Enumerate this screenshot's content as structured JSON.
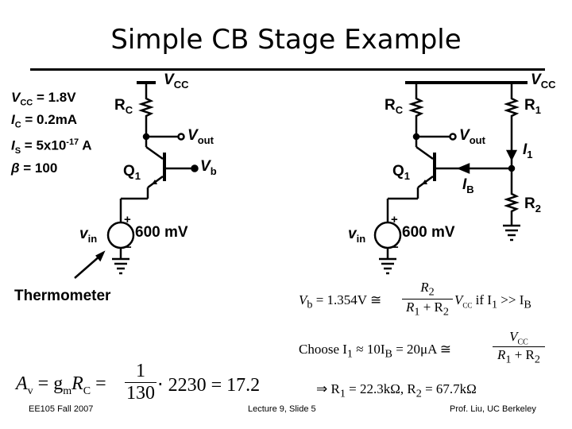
{
  "slide": {
    "title": "Simple CB Stage Example"
  },
  "parameters": {
    "vcc_sym": "V",
    "vcc_sub": "CC",
    "vcc_val": " = 1.8V",
    "ic_sym": "I",
    "ic_sub": "C",
    "ic_val": " = 0.2mA",
    "is_sym": "I",
    "is_sub": "S",
    "is_val": " = 5x10",
    "is_exp": "-17",
    "is_unit": " A",
    "beta_sym": "β",
    "beta_val": " = 100"
  },
  "circuit_left": {
    "vcc": "V",
    "vcc_sub": "CC",
    "rc": "R",
    "rc_sub": "C",
    "vout": "V",
    "vout_sub": "out",
    "vb": "V",
    "vb_sub": "b",
    "q1": "Q",
    "q1_sub": "1",
    "vin": "v",
    "vin_sub": "in",
    "source_val": "600 mV",
    "plus": "+",
    "minus": "−",
    "thermometer": "Thermometer"
  },
  "circuit_right": {
    "vcc": "V",
    "vcc_sub": "CC",
    "rc": "R",
    "rc_sub": "C",
    "r1": "R",
    "r1_sub": "1",
    "r2": "R",
    "r2_sub": "2",
    "vout": "V",
    "vout_sub": "out",
    "i1": "I",
    "i1_sub": "1",
    "ib": "I",
    "ib_sub": "B",
    "q1": "Q",
    "q1_sub": "1",
    "vin": "v",
    "vin_sub": "in",
    "source_val": "600 mV",
    "plus": "+",
    "minus": "−"
  },
  "equations": {
    "vb_lhs": "V",
    "vb_sub": "b",
    "vb_val": " = 1.354V ≅ ",
    "r2_num": "R",
    "r2_num_sub": "2",
    "r1r2_den": "R",
    "r1r2_den_sub1": "1",
    "r1r2_den_mid": " + R",
    "r1r2_den_sub2": "2",
    "vcc": "V",
    "vcc_sub": "CC",
    "if_text": "  if  I",
    "if_sub1": "1",
    "if_gg": " >> I",
    "if_sub2": "B",
    "choose": "Choose  I",
    "choose_sub": "1",
    "choose_val": " ≈ 10I",
    "choose_sub2": "B",
    "choose_val2": " = 20μA ≅ ",
    "vcc_num": "V",
    "vcc_num_sub": "CC",
    "result_arrow": "⇒ R",
    "result_sub1": "1",
    "result_val1": " = 22.3kΩ, R",
    "result_sub2": "2",
    "result_val2": " = 67.7kΩ",
    "av_lhs": "A",
    "av_sub": "v",
    "av_eq": " = g",
    "av_m": "m",
    "av_r": "R",
    "av_rc": "C",
    "av_eq2": " = ",
    "frac_num": "1",
    "frac_den": "130",
    "av_tail": " ⋅ 2230 = 17.2"
  },
  "footer": {
    "left": "EE105 Fall 2007",
    "center": "Lecture 9, Slide 5",
    "right": "Prof. Liu, UC Berkeley"
  }
}
